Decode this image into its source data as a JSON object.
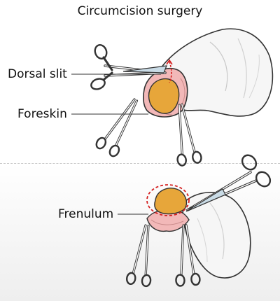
{
  "title": "Circumcision surgery",
  "labels": {
    "dorsal_slit": "Dorsal slit",
    "foreskin": "Foreskin",
    "frenulum": "Frenulum"
  },
  "colors": {
    "shaft": "#f6f6f6",
    "shaft_outline": "#333333",
    "foreskin": "#f2b8b8",
    "glans": "#e7a63a",
    "slit_arrow": "#d42020",
    "scissor_blade": "#c9dbe6"
  },
  "icons": [
    "scissors-icon",
    "hemostat-clamp-icon"
  ]
}
